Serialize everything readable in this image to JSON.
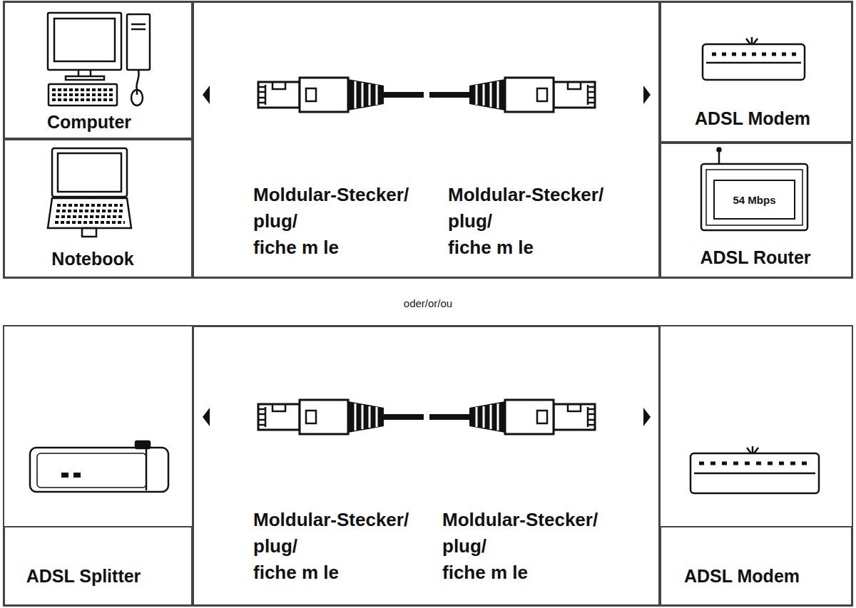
{
  "diagram": {
    "nodes": [
      {
        "text": [
          "Computer"
        ]
      },
      {
        "text": [
          "Moldular-Stecker/ plug/ fiche m le",
          "Moldular-Stecker/ plug/ fiche m le"
        ]
      },
      {
        "text": [
          "ADSL Modem"
        ]
      },
      {
        "text": [
          "Notebook"
        ]
      },
      {
        "text": [
          "ADSL Router"
        ]
      },
      {
        "text": [
          "54 Mbps"
        ],
        "in": 4
      },
      {
        "text": [
          "Moldular-Stecker/ plug/ fiche m le",
          "Moldular-Stecker/ plug/ fiche m le"
        ]
      },
      {
        "text": [
          "ADSL Splitter"
        ]
      },
      {
        "text": [
          "ADSL Modem"
        ]
      }
    ],
    "labels": [
      "oder/or/ou"
    ]
  }
}
